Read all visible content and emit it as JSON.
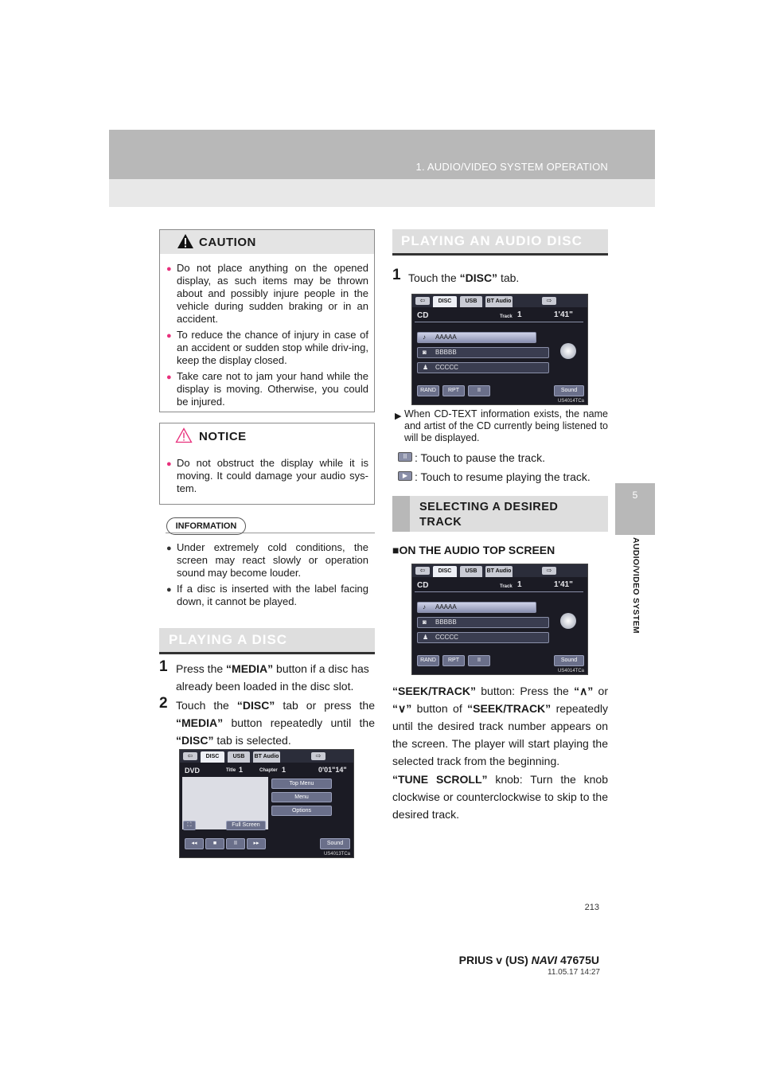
{
  "header": {
    "section_title": "1. AUDIO/VIDEO SYSTEM OPERATION"
  },
  "side_tab": {
    "number": "5",
    "label": "AUDIO/VIDEO SYSTEM"
  },
  "caution": {
    "title": "CAUTION",
    "items": [
      "Do not place anything on the opened display, as such items may be thrown about and possibly injure people in the vehicle during sudden braking or in an accident.",
      "To reduce the chance of injury in case of an accident or sudden stop while driv-ing, keep the display closed.",
      "Take care not to jam your hand while the display is moving. Otherwise, you could be injured."
    ]
  },
  "notice": {
    "title": "NOTICE",
    "items": [
      "Do not obstruct the display while it is moving. It could damage your audio sys-tem."
    ]
  },
  "information": {
    "badge": "INFORMATION",
    "items": [
      "Under extremely cold conditions, the screen may react slowly or operation sound may become louder.",
      "If a disc is inserted with the label facing down, it cannot be played."
    ]
  },
  "playing_disc": {
    "title": "PLAYING A DISC",
    "step1_num": "1",
    "step1_pre": "Press the ",
    "step1_bold": "“MEDIA”",
    "step1_post": " button if a disc has already been loaded in the disc slot.",
    "step2_num": "2",
    "step2_a": "Touch the ",
    "step2_b": "“DISC”",
    "step2_c": " tab or press the ",
    "step2_d": "“MEDIA”",
    "step2_e": " button repeatedly until the ",
    "step2_f": "“DISC”",
    "step2_g": " tab is selected."
  },
  "dvd_screen": {
    "tabs": [
      "DISC",
      "USB",
      "BT Audio"
    ],
    "source": "DVD",
    "title_label": "Title",
    "title_value": "1",
    "chapter_label": "Chapter",
    "chapter_value": "1",
    "time": "0'01\"14\"",
    "buttons": [
      "Top Menu",
      "Menu",
      "Options"
    ],
    "full_screen": "Full Screen",
    "controls": [
      "◂◂",
      "■",
      "II",
      "▸▸"
    ],
    "sound": "Sound",
    "code": "US4013TCa"
  },
  "playing_audio": {
    "title": "PLAYING AN AUDIO DISC",
    "step1_num": "1",
    "step1_pre": "Touch the ",
    "step1_bold": "“DISC”",
    "step1_post": " tab.",
    "note": "When CD-TEXT information exists, the name and artist of the CD currently being listened to will be displayed.",
    "pause_text": ": Touch to pause the track.",
    "resume_text": ": Touch to resume playing the track."
  },
  "cd_screen": {
    "tabs": [
      "DISC",
      "USB",
      "BT Audio"
    ],
    "source": "CD",
    "track_label": "Track",
    "track_value": "1",
    "time": "1'41\"",
    "rows": [
      "AAAAA",
      "BBBBB",
      "CCCCC"
    ],
    "buttons": [
      "RAND",
      "RPT",
      "II"
    ],
    "sound": "Sound",
    "code": "US4014TCa"
  },
  "selecting": {
    "title_line1": "SELECTING A DESIRED",
    "title_line2": "TRACK",
    "subhead": "■ON THE AUDIO TOP SCREEN",
    "seek_bold": "“SEEK/TRACK”",
    "seek_a": " button: Press the ",
    "seek_up": "“∧”",
    "seek_or": " or",
    "seek_down": "“∨”",
    "seek_b": " button of ",
    "seek_bold2": "“SEEK/TRACK”",
    "seek_c": " repeatedly until the desired track number appears on the screen. The player will start playing the selected track from the beginning.",
    "tune_bold": "“TUNE SCROLL”",
    "tune_text": " knob: Turn the knob clockwise or counterclockwise to skip to the desired track."
  },
  "footer": {
    "page_number": "213",
    "model": "PRIUS v (US)",
    "navi": "NAVI",
    "code": "47675U",
    "date": "11.05.17     14:27"
  }
}
